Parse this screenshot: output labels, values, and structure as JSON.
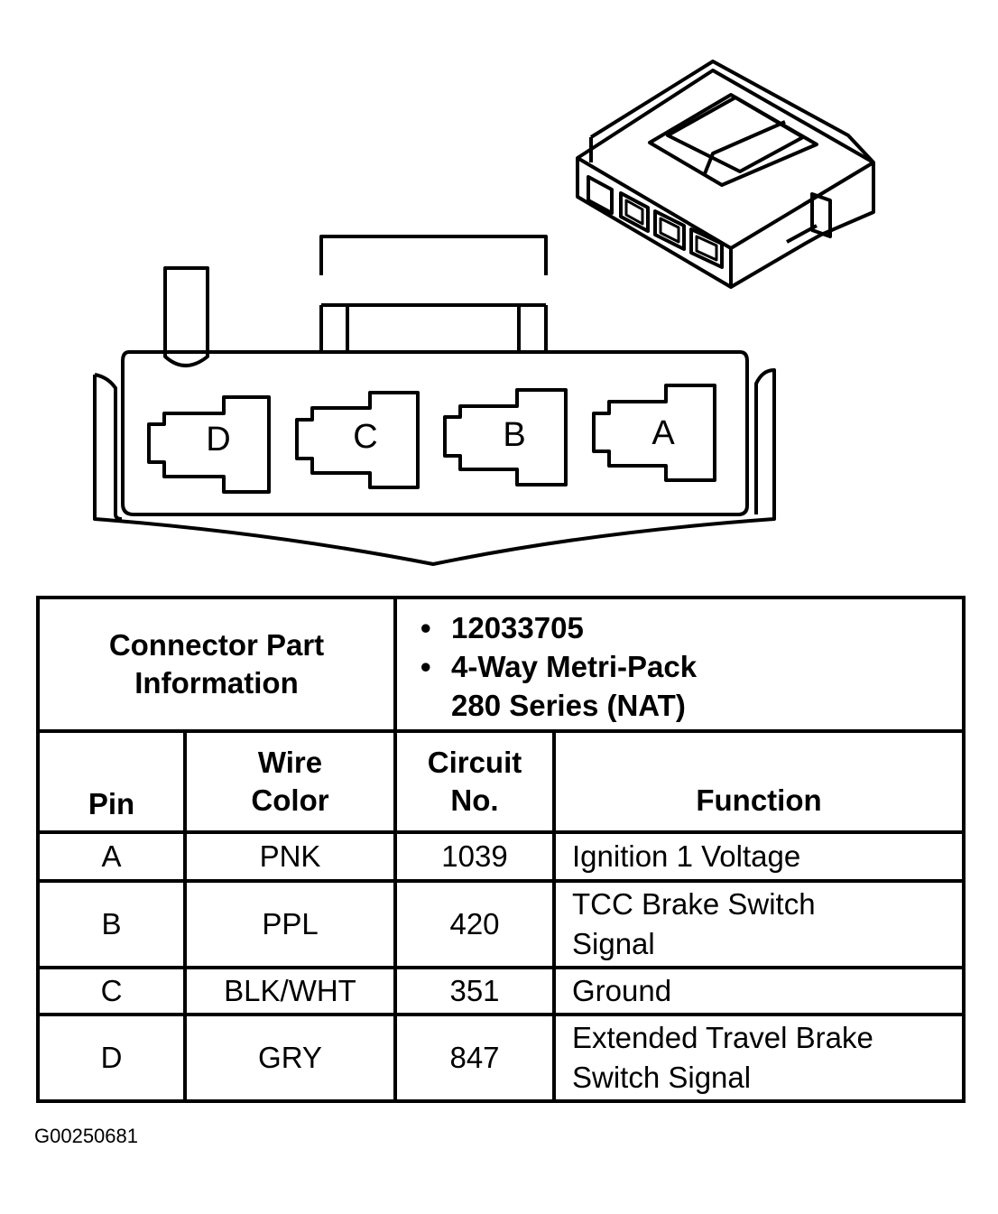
{
  "connector_face": {
    "pins": [
      "D",
      "C",
      "B",
      "A"
    ]
  },
  "table": {
    "part_info_label": "Connector Part Information",
    "part_numbers": [
      "12033705",
      "4-Way Metri-Pack 280 Series (NAT)"
    ],
    "columns": [
      "Pin",
      "Wire Color",
      "Circuit No.",
      "Function"
    ],
    "rows": [
      {
        "pin": "A",
        "wire_color": "PNK",
        "circuit": "1039",
        "function": "Ignition 1 Voltage"
      },
      {
        "pin": "B",
        "wire_color": "PPL",
        "circuit": "420",
        "function": "TCC Brake Switch Signal"
      },
      {
        "pin": "C",
        "wire_color": "BLK/WHT",
        "circuit": "351",
        "function": "Ground"
      },
      {
        "pin": "D",
        "wire_color": "GRY",
        "circuit": "847",
        "function": "Extended Travel Brake Switch Signal"
      }
    ]
  },
  "figure_id": "G00250681"
}
